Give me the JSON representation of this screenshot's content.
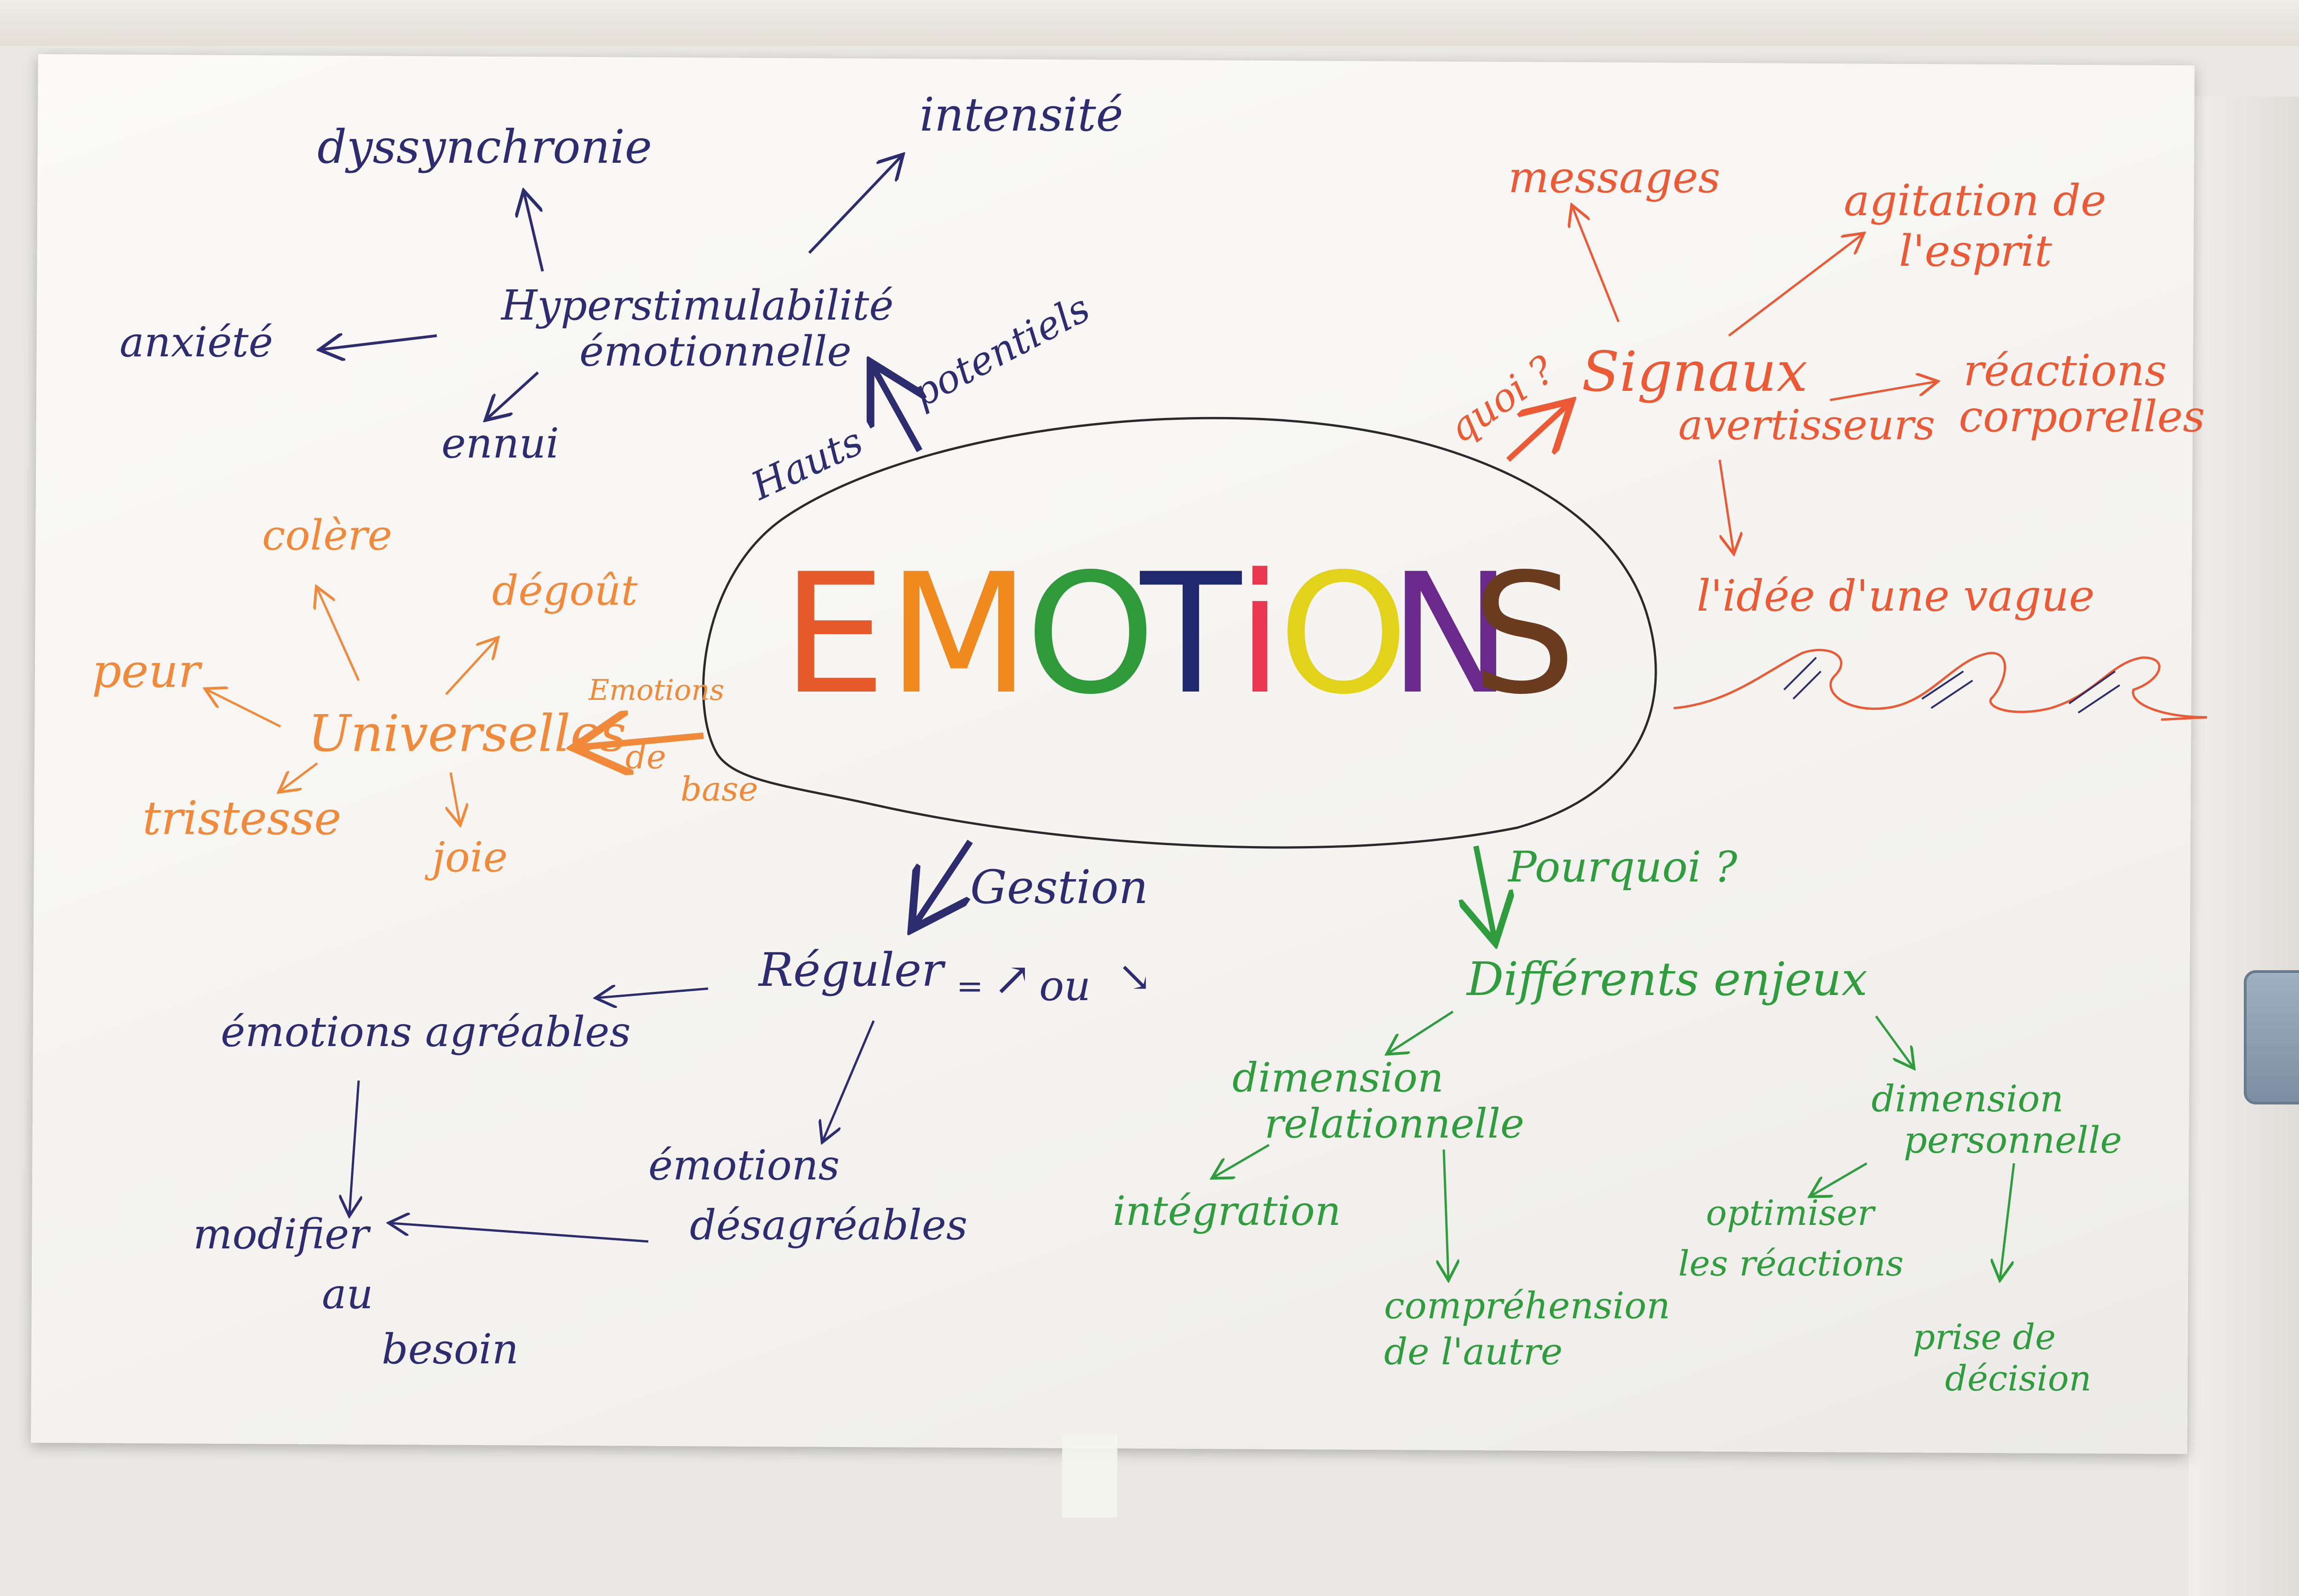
{
  "title": {
    "letters": [
      {
        "char": "E",
        "color": "#e45a2a"
      },
      {
        "char": "M",
        "color": "#f08a1f"
      },
      {
        "char": "O",
        "color": "#2e9a3a"
      },
      {
        "char": "T",
        "color": "#1f2a6e"
      },
      {
        "char": "i",
        "color": "#e8374f"
      },
      {
        "char": "O",
        "color": "#e2d21a"
      },
      {
        "char": "N",
        "color": "#6a2a8c"
      },
      {
        "char": "S",
        "color": "#6a3b1e"
      }
    ]
  },
  "branches": {
    "hauts_potentiels": {
      "label_hauts": "Hauts",
      "label_potentiels": "potentiels",
      "center_line1": "Hyperstimulabilité",
      "center_line2": "émotionnelle",
      "items": {
        "dyssynchronie": "dyssynchronie",
        "intensite": "intensité",
        "anxiete": "anxiété",
        "ennui": "ennui"
      }
    },
    "emotions_de_base": {
      "label_emotions": "Emotions",
      "label_de": "de",
      "label_base": "base",
      "center": "Universelles",
      "items": {
        "colere": "colère",
        "degout": "dégoût",
        "peur": "peur",
        "tristesse": "tristesse",
        "joie": "joie"
      }
    },
    "signaux": {
      "label_quoi": "quoi ?",
      "center_line1": "Signaux",
      "center_line2": "avertisseurs",
      "items": {
        "messages": "messages",
        "agitation_line1": "agitation de",
        "agitation_line2": "l'esprit",
        "reactions_line1": "réactions",
        "reactions_line2": "corporelles",
        "vague": "l'idée d'une vague"
      }
    },
    "gestion": {
      "label": "Gestion",
      "center": "Réguler",
      "equals": "=",
      "up_arrow": "↗",
      "ou": "ou",
      "down_arrow": "↘",
      "items": {
        "agreables": "émotions agréables",
        "desagreables_line1": "émotions",
        "desagreables_line2": "désagréables",
        "modifier_line1": "modifier",
        "modifier_line2": "au",
        "modifier_line3": "besoin"
      }
    },
    "pourquoi": {
      "label": "Pourquoi ?",
      "center": "Différents enjeux",
      "items": {
        "relationnelle_line1": "dimension",
        "relationnelle_line2": "relationnelle",
        "personnelle_line1": "dimension",
        "personnelle_line2": "personnelle",
        "integration": "intégration",
        "comprehension_line1": "compréhension",
        "comprehension_line2": "de l'autre",
        "optimiser_line1": "optimiser",
        "optimiser_line2": "les réactions",
        "decision_line1": "prise de",
        "decision_line2": "décision"
      }
    }
  },
  "colors": {
    "navy": "#2d2c6e",
    "orange": "#f08a3a",
    "red": "#ec5a35",
    "green": "#2f9d3d",
    "outline": "#2a2a2a"
  }
}
